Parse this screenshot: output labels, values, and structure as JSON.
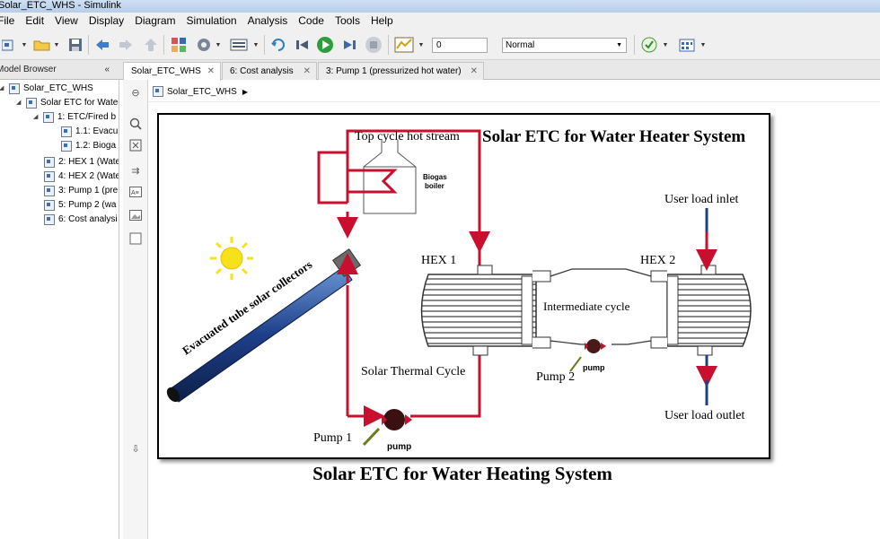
{
  "window": {
    "title": "Solar_ETC_WHS - Simulink"
  },
  "menu": [
    "File",
    "Edit",
    "View",
    "Display",
    "Diagram",
    "Simulation",
    "Analysis",
    "Code",
    "Tools",
    "Help"
  ],
  "toolbar": {
    "stop_time": "0",
    "sim_mode": "Normal",
    "icons": [
      "new-model-icon",
      "open-icon",
      "save-icon",
      "back-icon",
      "forward-icon",
      "up-icon",
      "library-browser-icon",
      "model-config-icon",
      "model-explorer-icon",
      "update-icon",
      "step-back-icon",
      "run-icon",
      "step-forward-icon",
      "stop-icon",
      "scope-icon",
      "model-advisor-icon",
      "build-icon"
    ]
  },
  "model_browser": {
    "header": "Model Browser",
    "items": [
      {
        "label": "Solar_ETC_WHS",
        "level": 0,
        "expanded": true
      },
      {
        "label": "Solar ETC for Water",
        "level": 1,
        "expanded": true
      },
      {
        "label": "1: ETC/Fired b",
        "level": 2,
        "expanded": true
      },
      {
        "label": "1.1: Evacu",
        "level": 3
      },
      {
        "label": "1.2: Bioga",
        "level": 3
      },
      {
        "label": "2: HEX 1 (Wate",
        "level": 2
      },
      {
        "label": "4: HEX 2 (Wate",
        "level": 2
      },
      {
        "label": "3: Pump 1 (pre",
        "level": 2
      },
      {
        "label": "5: Pump 2 (wa",
        "level": 2
      },
      {
        "label": "6: Cost analysi",
        "level": 2
      }
    ]
  },
  "tabs": [
    {
      "label": "Solar_ETC_WHS",
      "active": true
    },
    {
      "label": "6: Cost analysis",
      "active": false
    },
    {
      "label": "3: Pump 1 (pressurized hot water)",
      "active": false
    }
  ],
  "breadcrumb": {
    "label": "Solar_ETC_WHS"
  },
  "diagram": {
    "title": "Solar ETC for Water Heater System",
    "top_stream": "Top cycle hot stream",
    "boiler": [
      "Biogas",
      "boiler"
    ],
    "collector": "Evacuated tube solar collectors",
    "hex1": "HEX 1",
    "hex2": "HEX 2",
    "intermediate": "Intermediate cycle",
    "solar_cycle": "Solar Thermal Cycle",
    "pump1": "Pump 1",
    "pump2": "Pump 2",
    "pump_tag": "pump",
    "user_inlet": "User load inlet",
    "user_outlet": "User load outlet"
  },
  "caption": "Solar ETC for Water Heating System",
  "colors": {
    "flow_red": "#c8102e",
    "pipe_blue": "#1e3f8a",
    "sun_yellow": "#f6e11a"
  }
}
